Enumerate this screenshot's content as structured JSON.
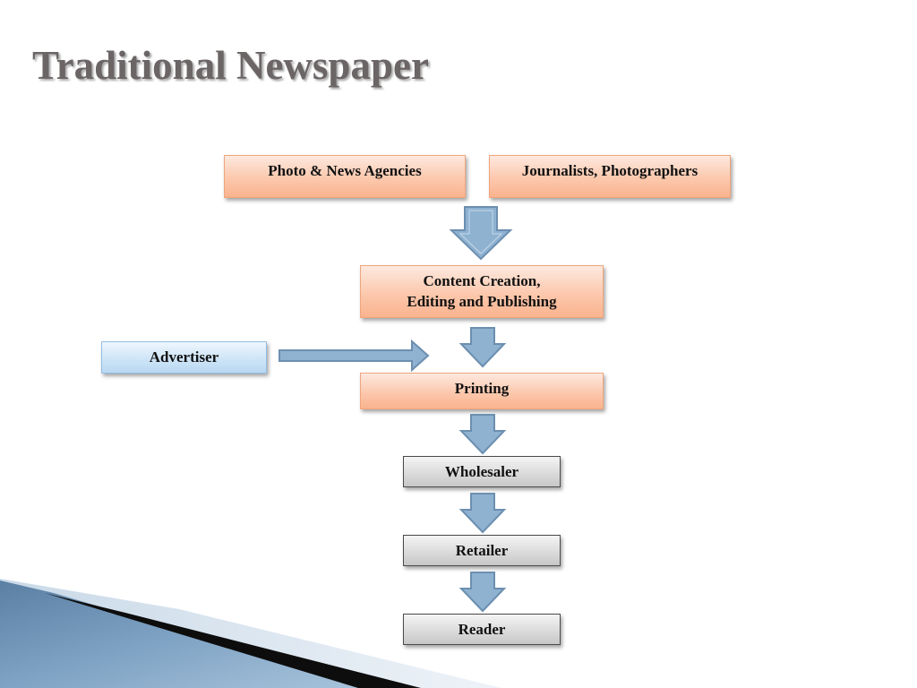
{
  "slide": {
    "title": "Traditional Newspaper"
  },
  "diagram": {
    "sources": [
      {
        "label": "Photo & News Agencies"
      },
      {
        "label": "Journalists, Photographers"
      }
    ],
    "content_creation": {
      "line1": "Content Creation,",
      "line2": "Editing and Publishing"
    },
    "advertiser": {
      "label": "Advertiser"
    },
    "printing": {
      "label": "Printing"
    },
    "distribution": [
      {
        "label": "Wholesaler"
      },
      {
        "label": "Retailer"
      },
      {
        "label": "Reader"
      }
    ]
  },
  "colors": {
    "title": "#6b6565",
    "process_box": "#fcc8ad",
    "advertiser_box": "#cfe5f7",
    "distribution_box": "#d9d9d9",
    "arrow_fill": "#8fb2d1",
    "arrow_stroke": "#6c8fb0"
  }
}
